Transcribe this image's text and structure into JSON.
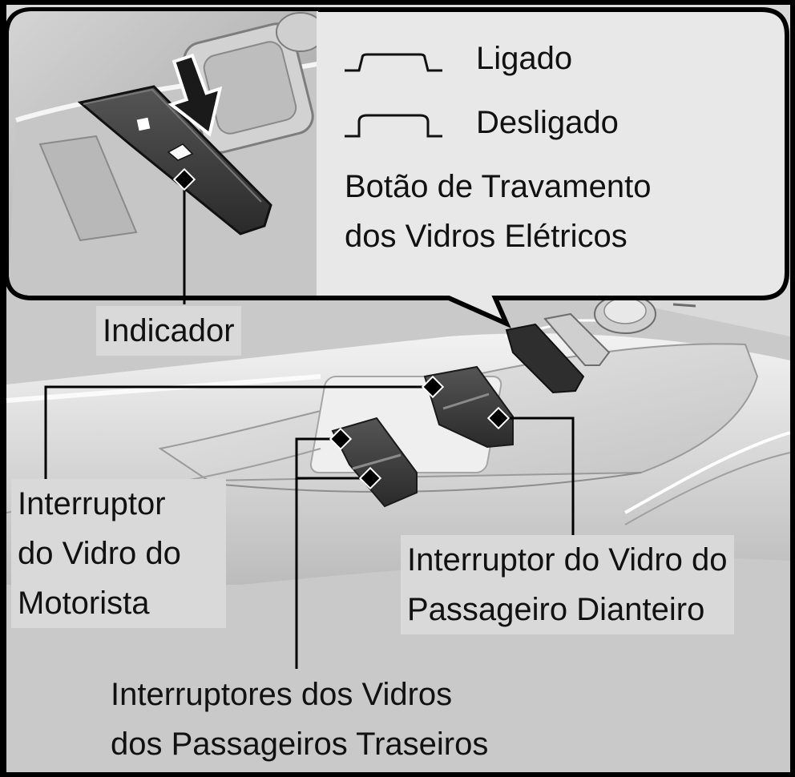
{
  "legend": {
    "on_label": "Ligado",
    "off_label": "Desligado",
    "lock_button_line1": "Botão de Travamento",
    "lock_button_line2": "dos Vidros Elétricos"
  },
  "callouts": {
    "indicator": "Indicador",
    "driver_switch": [
      "Interruptor",
      "do Vidro do",
      "Motorista"
    ],
    "front_passenger_switch": [
      "Interruptor do Vidro do",
      "Passageiro Dianteiro"
    ],
    "rear_passenger_switches": [
      "Interruptores dos Vidros",
      "dos Passageiros Traseiros"
    ]
  },
  "colors": {
    "panel_bg": "#d9d9d9",
    "border": "#000000",
    "switch_dark": "#3a3a3a",
    "trim_light": "#e8e8e8"
  }
}
